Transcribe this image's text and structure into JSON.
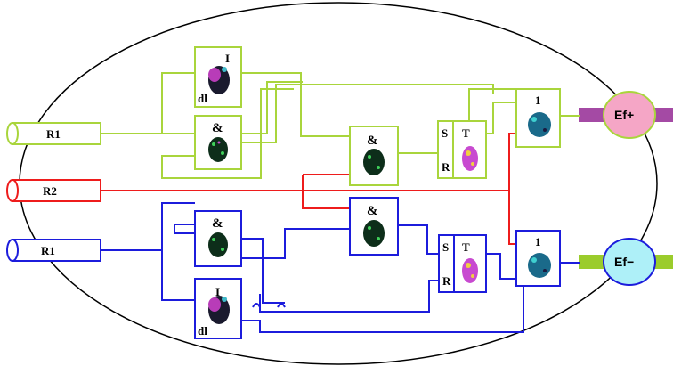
{
  "inputs": {
    "r1_top": "R1",
    "r2": "R2",
    "r1_bottom": "R1"
  },
  "effectors": {
    "positive": "Ef+",
    "negative": "Ef−"
  },
  "gates": {
    "and_symbol": "&",
    "or_symbol": "1",
    "delay_symbol": "I",
    "delay_sub": "dl",
    "trigger_symbol": "T",
    "set_label": "S",
    "reset_label": "R"
  },
  "colors": {
    "green_path": "#a9d53c",
    "red_path": "#ee1c1c",
    "blue_path": "#1c1cdc",
    "ef_plus_fill": "#f5a6c6",
    "ef_minus_fill": "#aef0f8",
    "ef_plus_bar": "#a44aa4",
    "ef_minus_bar": "#9bcc2c"
  }
}
